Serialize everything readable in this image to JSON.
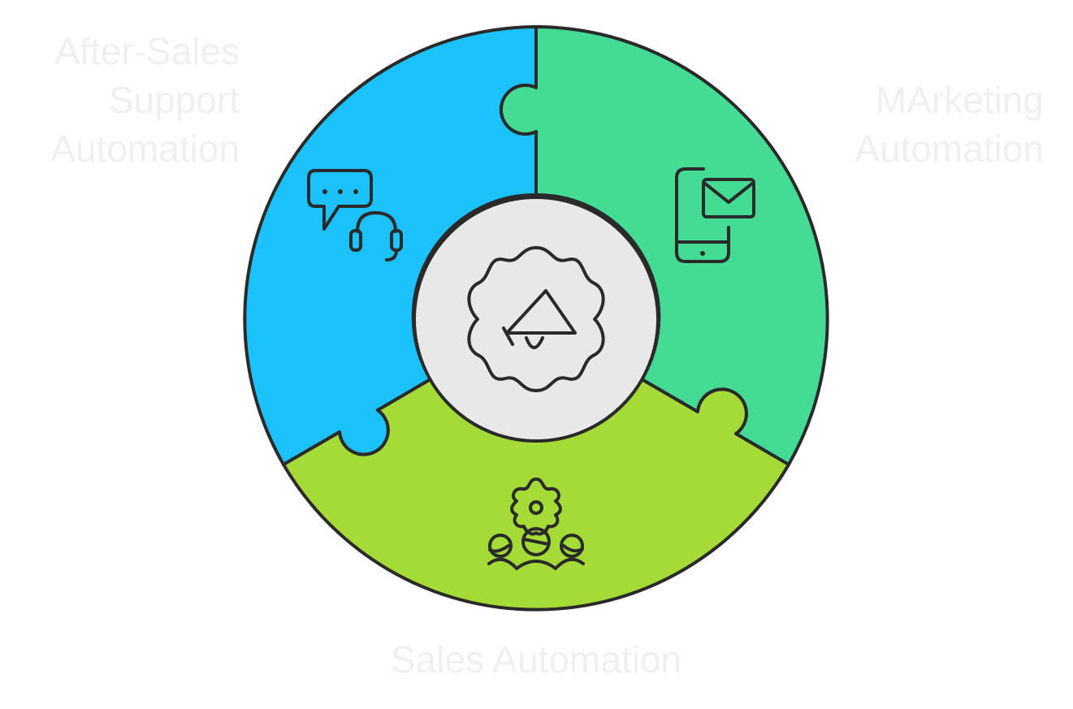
{
  "segments": [
    {
      "id": "after_sales",
      "label_lines": [
        "After-Sales",
        "Support",
        "Automation"
      ],
      "color": "#1cc2fc",
      "icon": "chat-headset-icon"
    },
    {
      "id": "marketing",
      "label_lines": [
        "MArketing",
        "Automation"
      ],
      "color": "#44dc94",
      "icon": "phone-email-icon"
    },
    {
      "id": "sales",
      "label_lines": [
        "Sales Automation"
      ],
      "color": "#a4db37",
      "icon": "team-gear-icon"
    }
  ],
  "center": {
    "color": "#e8e8e8",
    "icon": "megaphone-gear-icon"
  },
  "outline_color": "#2a2a2a",
  "label_color": "#f0f0f0"
}
